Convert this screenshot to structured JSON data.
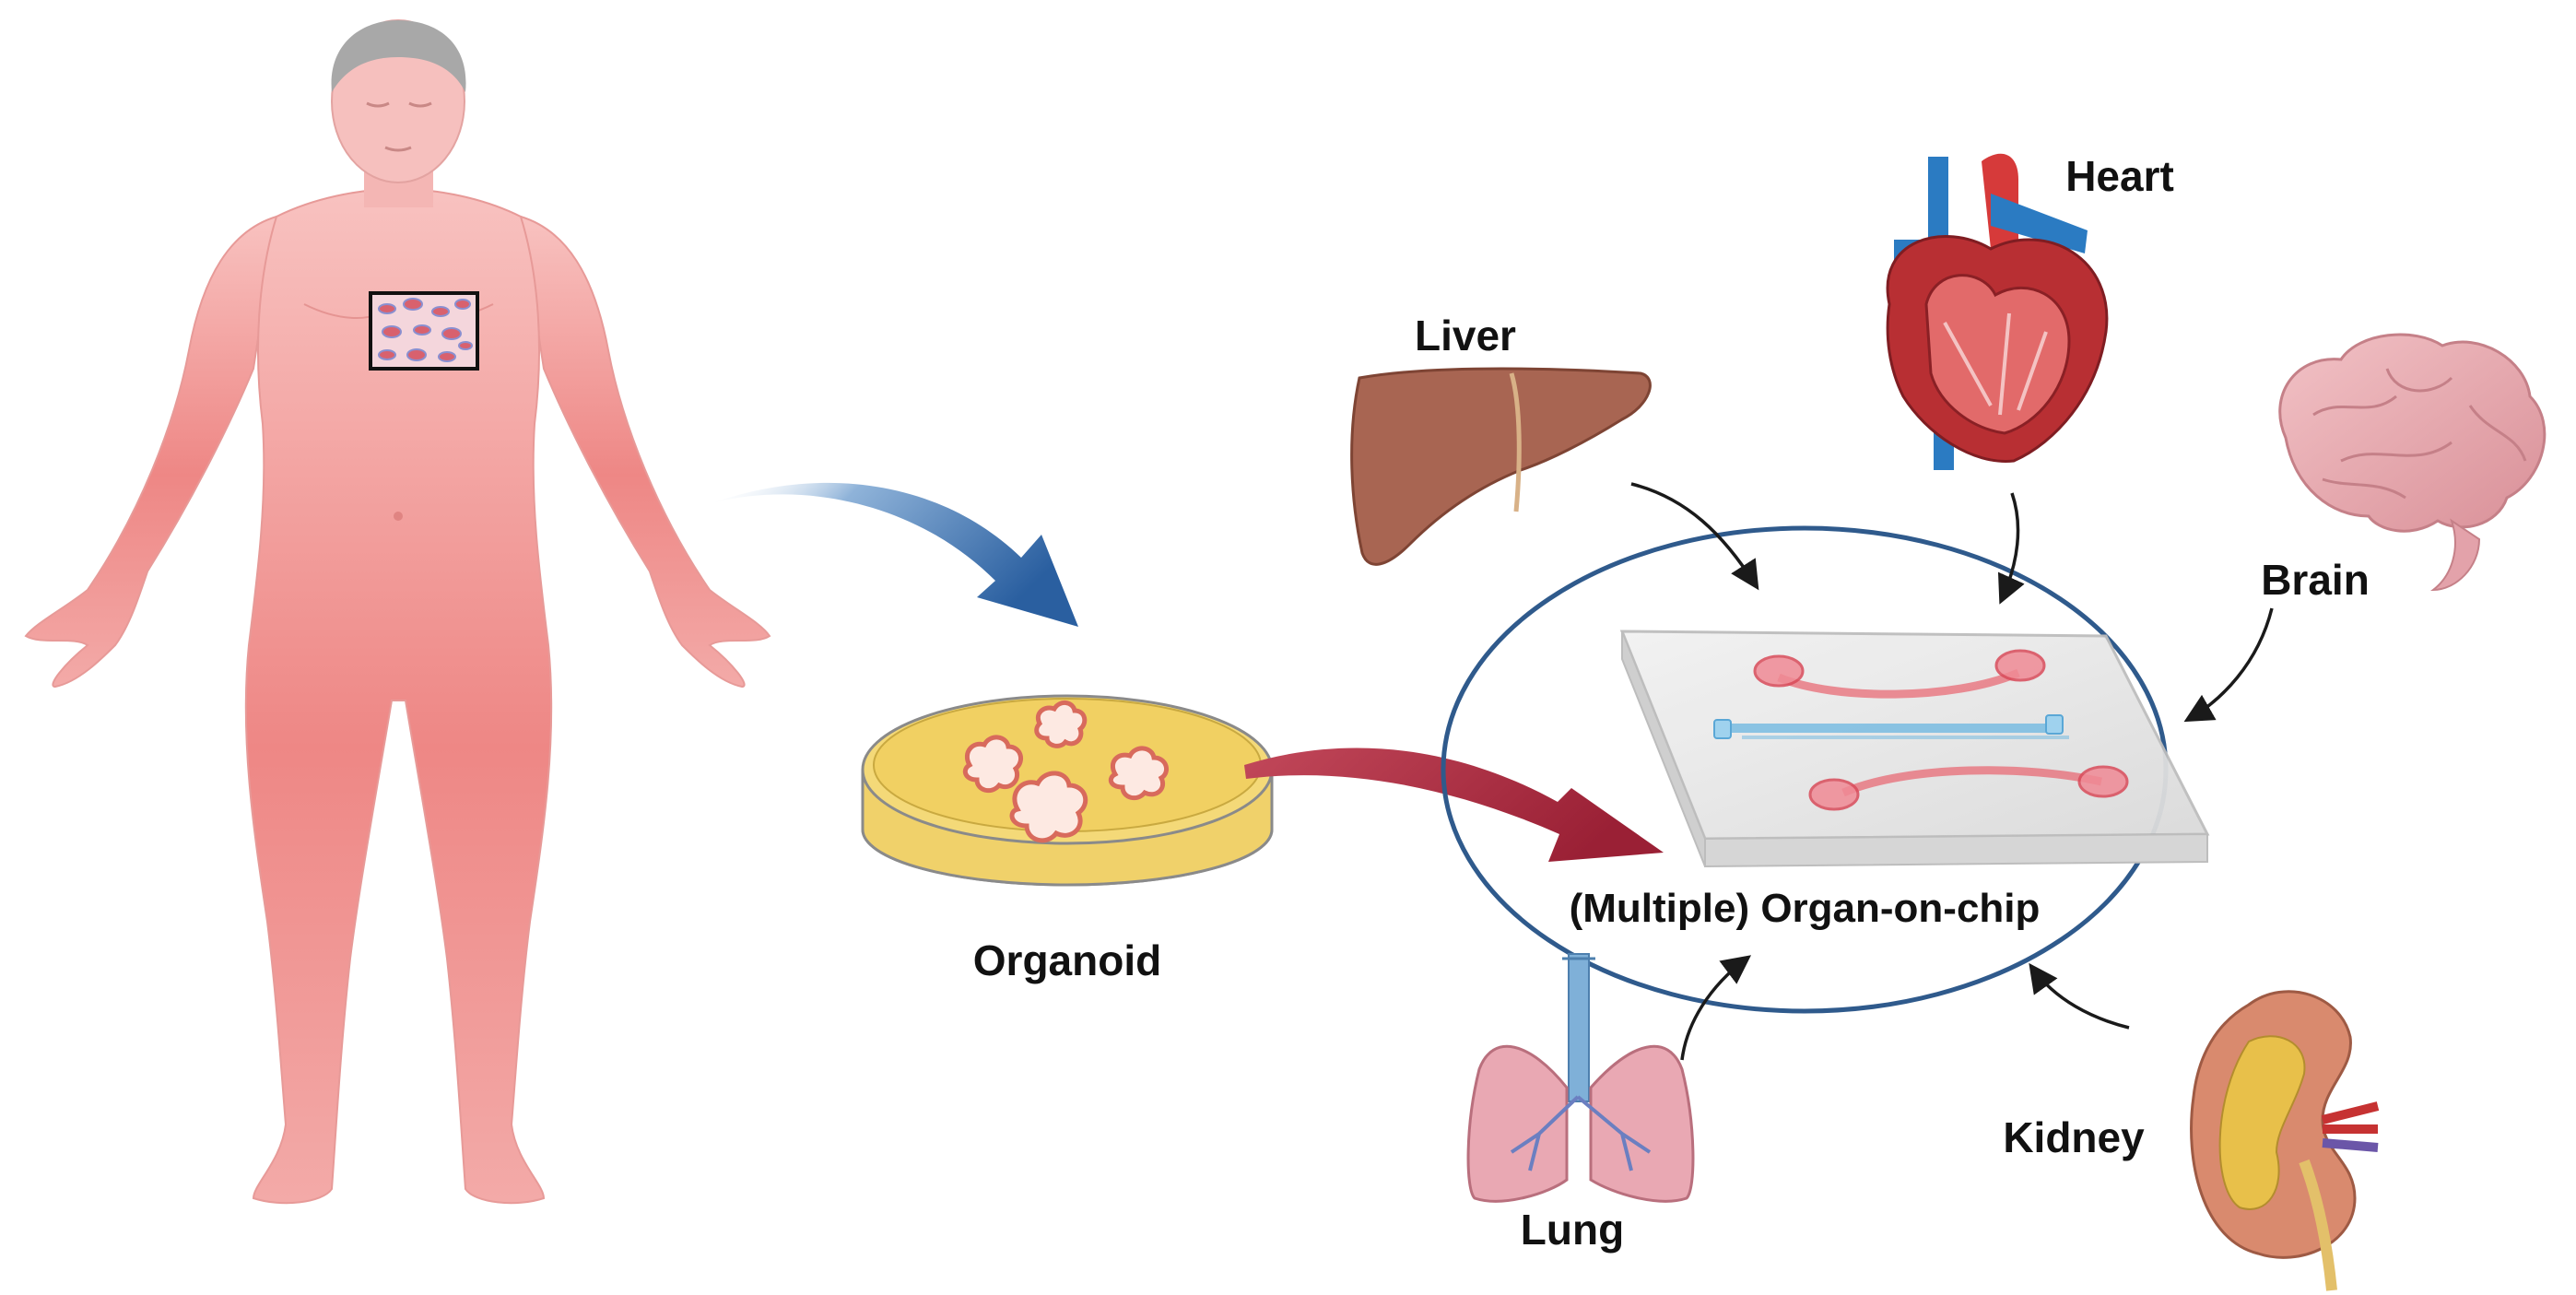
{
  "labels": {
    "organoid": "Organoid",
    "heart": "Heart",
    "liver": "Liver",
    "brain": "Brain",
    "lung": "Lung",
    "kidney": "Kidney",
    "chip": "(Multiple)  Organ-on-chip"
  },
  "colors": {
    "body_skin_top": "#f6b3b1",
    "body_skin_bottom": "#ec7d7b",
    "hair": "#a9a9a9",
    "ring": "#2f5a8c",
    "arrow_blue": "#2e6aa8",
    "arrow_red": "#a3283a",
    "dish_medium": "#f2d46e",
    "liver": "#a56450",
    "heart": "#c63232",
    "vessel_blue": "#2b7bc2",
    "brain": "#e8aeb4",
    "lung": "#e7a5b0",
    "kidney": "#d98a6e",
    "chip_channel": "#e8636e"
  },
  "icons": [
    "human-body-icon",
    "tissue-sample-icon",
    "petri-dish-icon",
    "liver-icon",
    "heart-icon",
    "brain-icon",
    "lung-icon",
    "kidney-icon",
    "chip-icon"
  ]
}
